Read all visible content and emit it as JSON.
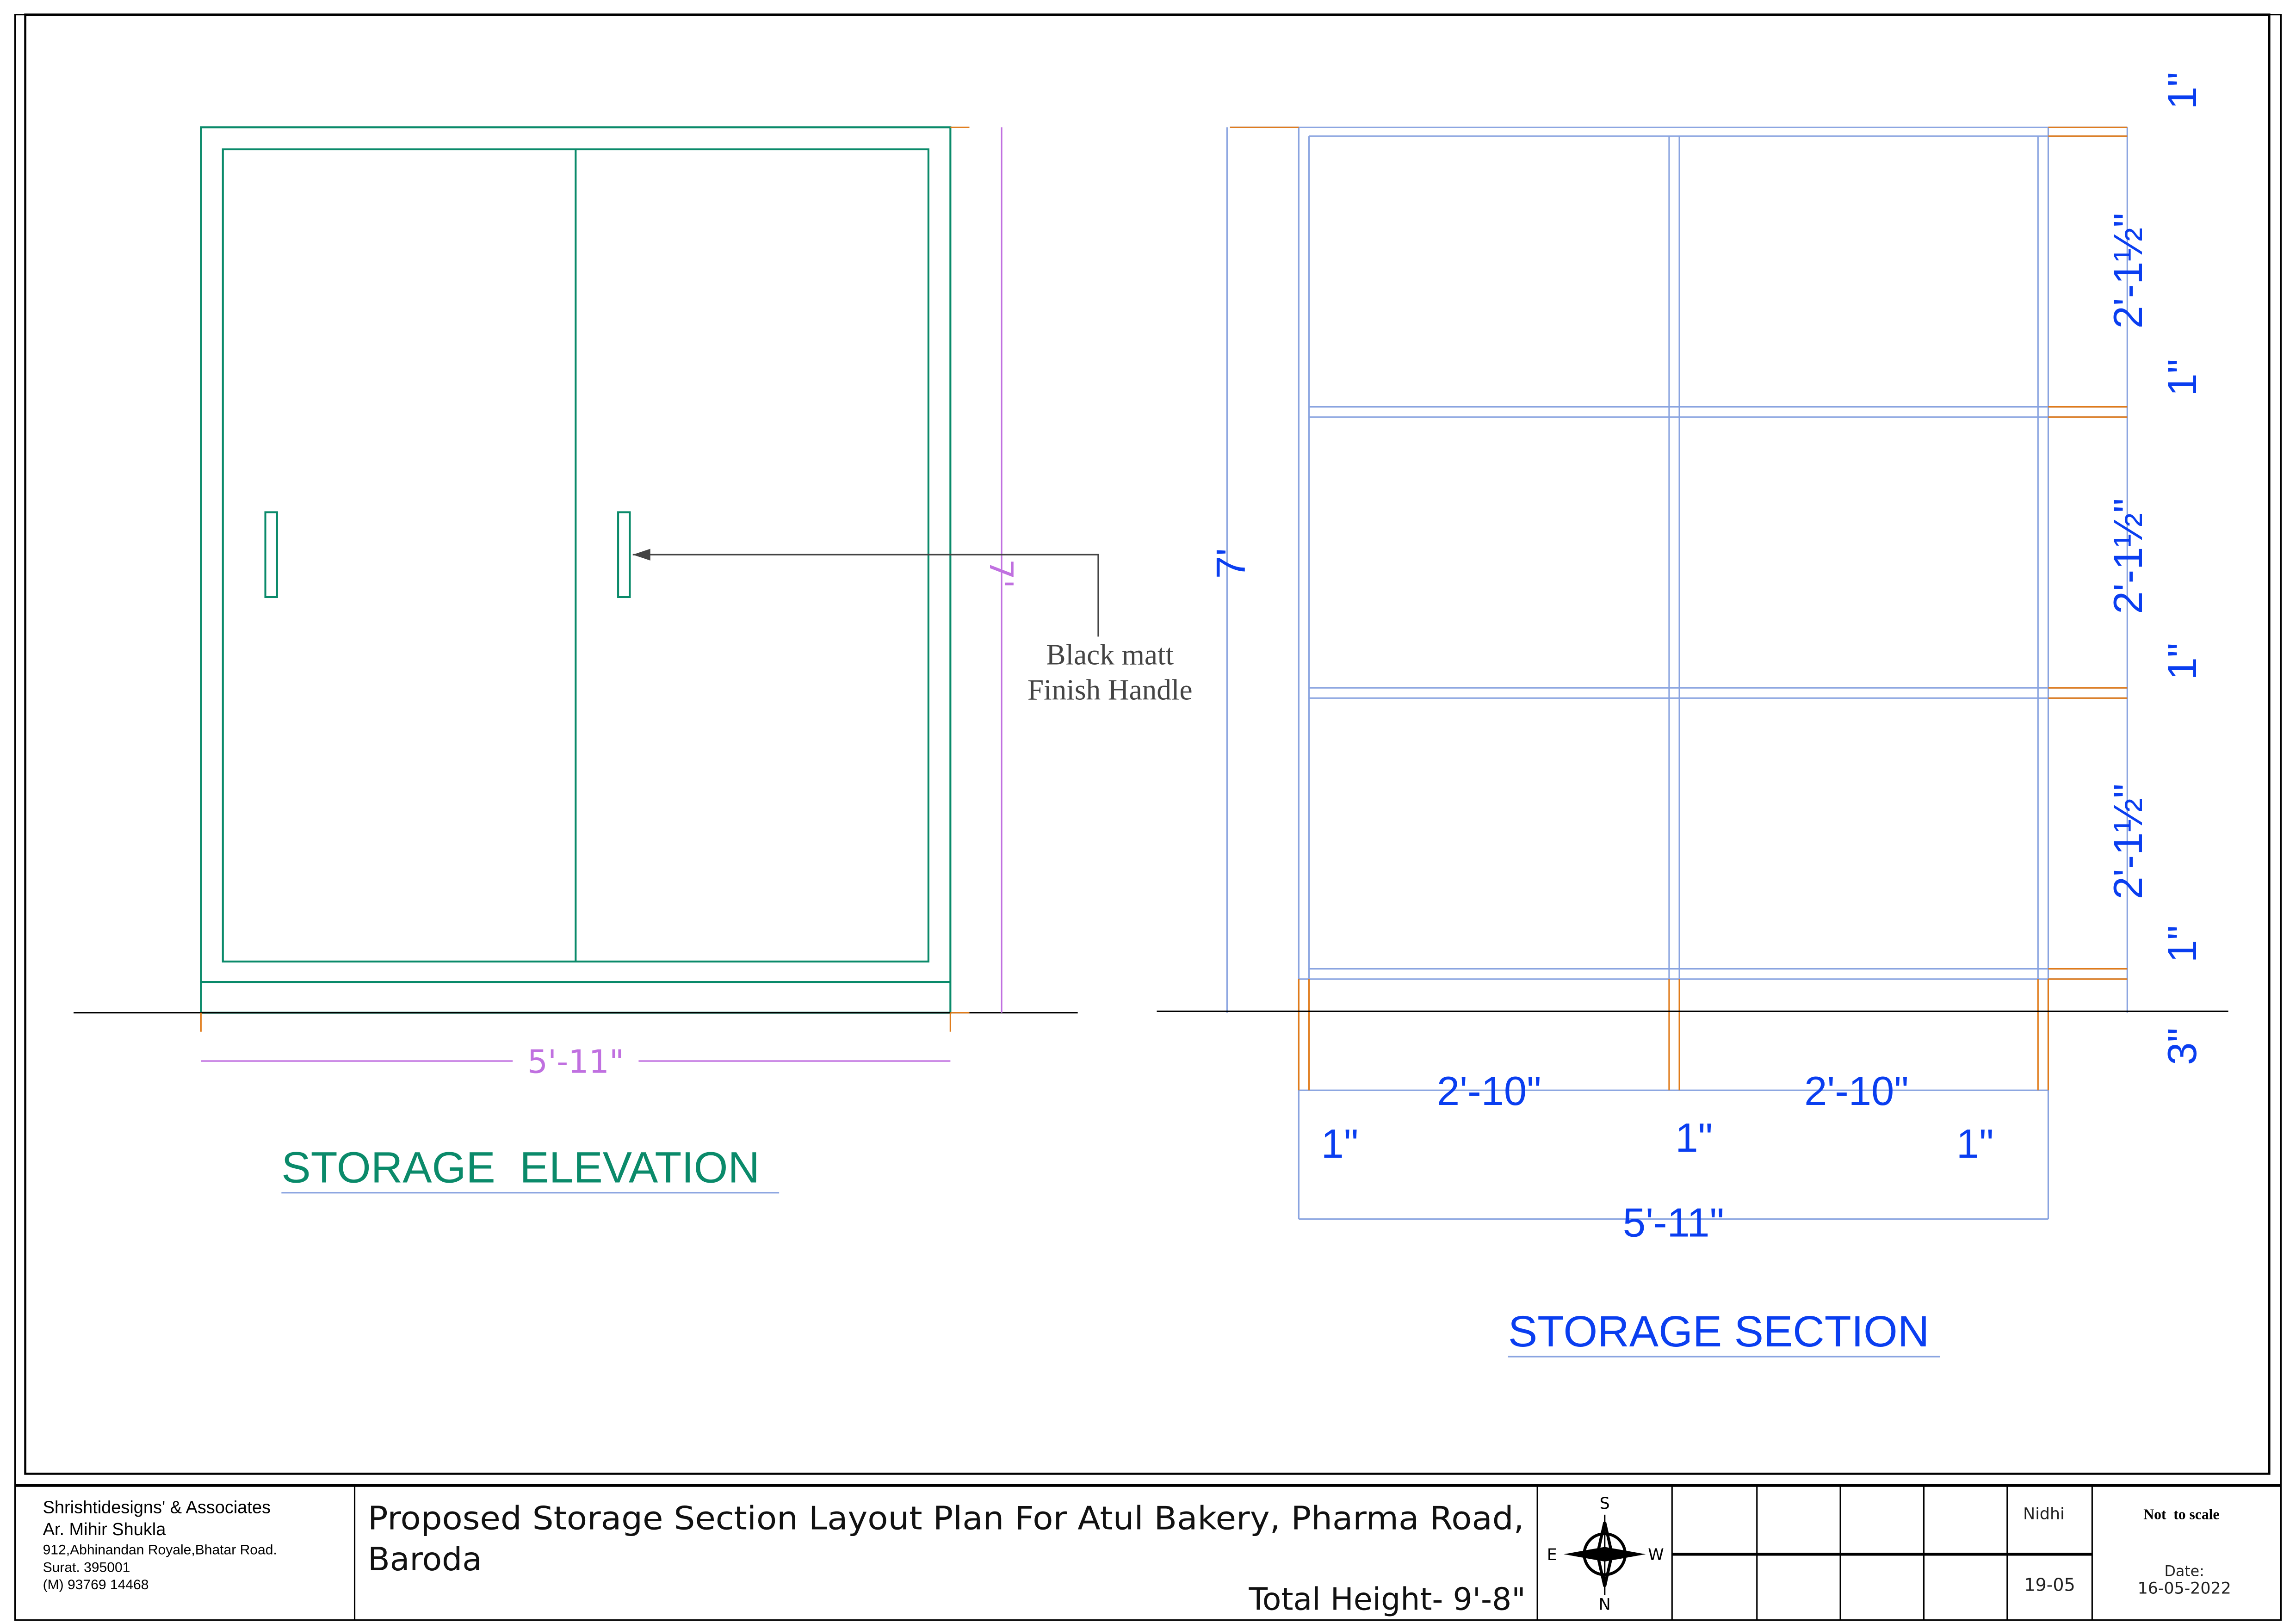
{
  "elevation": {
    "title": "STORAGE  ELEVATION",
    "height_dim": "7'",
    "width_dim": "5'-11\"",
    "handle_note_line1": "Black matt",
    "handle_note_line2": "Finish Handle"
  },
  "section": {
    "title": "STORAGE SECTION",
    "height_dim": "7'",
    "right_dims": [
      "1\"",
      "2'-1½\"",
      "1\"",
      "2'-1½\"",
      "1\"",
      "2'-1½\"",
      "1\"",
      "3\""
    ],
    "bay_dims": [
      "2'-10\"",
      "2'-10\""
    ],
    "post_dims": [
      "1\"",
      "1\"",
      "1\""
    ],
    "overall_width": "5'-11\""
  },
  "title_block": {
    "firm": "Shrishtidesigns' & Associates",
    "architect": "Ar. Mihir Shukla",
    "address1": "912,Abhinandan Royale,Bhatar Road.",
    "address2": "Surat. 395001",
    "phone": "(M) 93769 14468",
    "project_line1": "Proposed Storage Section Layout Plan For Atul Bakery, Pharma Road,",
    "project_line2": "Baroda",
    "total_height": "Total Height- 9'-8\"",
    "compass": {
      "n": "N",
      "s": "S",
      "e": "E",
      "w": "W"
    },
    "drawn_by": "Nidhi",
    "sheet_ref": "19-05",
    "scale": "Not  to scale",
    "date_label": "Date:",
    "date": "16-05-2022"
  }
}
